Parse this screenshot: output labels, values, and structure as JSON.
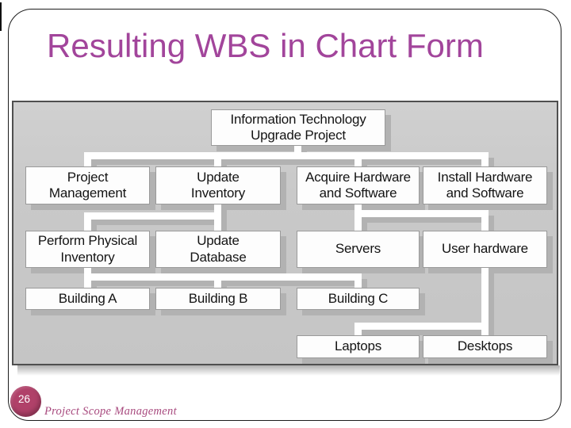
{
  "slide": {
    "title": "Resulting WBS in Chart Form",
    "page_number": "26",
    "footer": "Project Scope Management"
  },
  "colors": {
    "title": "#a2459b",
    "panel_background": "#c9c9c9",
    "panel_border": "#4f4f4f",
    "box_fill": "#fdfdfd",
    "box_border": "#9a9a9a",
    "box_text": "#141414",
    "connector": "#ffffff",
    "shadow": "#b2b2b2",
    "page_badge": "#b04169",
    "footer_text": "#a84a7e"
  },
  "chart_data": {
    "type": "wbs-org-chart",
    "title": "Resulting WBS in Chart Form",
    "root": "Information Technology Upgrade Project",
    "nodes": [
      {
        "id": "it-upgrade-project",
        "label": "Information Technology\nUpgrade Project",
        "parent": null,
        "level": 1,
        "col": "root",
        "row": 1
      },
      {
        "id": "project-management",
        "label": "Project\nManagement",
        "parent": "it-upgrade-project",
        "level": 2,
        "col": "A",
        "row": 2
      },
      {
        "id": "update-inventory",
        "label": "Update\nInventory",
        "parent": "it-upgrade-project",
        "level": 2,
        "col": "B",
        "row": 2
      },
      {
        "id": "acquire-hardware-and-software",
        "label": "Acquire Hardware\nand Software",
        "parent": "it-upgrade-project",
        "level": 2,
        "col": "C",
        "row": 2
      },
      {
        "id": "install-hardware-and-software",
        "label": "Install Hardware\nand Software",
        "parent": "it-upgrade-project",
        "level": 2,
        "col": "D",
        "row": 2
      },
      {
        "id": "perform-physical-inventory",
        "label": "Perform Physical\nInventory",
        "parent": "update-inventory",
        "level": 3,
        "col": "A",
        "row": 3
      },
      {
        "id": "update-database",
        "label": "Update\nDatabase",
        "parent": "update-inventory",
        "level": 3,
        "col": "B",
        "row": 3
      },
      {
        "id": "servers",
        "label": "Servers",
        "parent": "acquire-hardware-and-software",
        "level": 3,
        "col": "C",
        "row": 3
      },
      {
        "id": "user-hardware",
        "label": "User hardware",
        "parent": "acquire-hardware-and-software",
        "level": 3,
        "col": "D",
        "row": 3
      },
      {
        "id": "building-a",
        "label": "Building A",
        "parent": "perform-physical-inventory",
        "level": 4,
        "col": "A",
        "row": 4
      },
      {
        "id": "building-b",
        "label": "Building B",
        "parent": "perform-physical-inventory",
        "level": 4,
        "col": "B",
        "row": 4
      },
      {
        "id": "building-c",
        "label": "Building C",
        "parent": "perform-physical-inventory",
        "level": 4,
        "col": "C",
        "row": 4
      },
      {
        "id": "laptops",
        "label": "Laptops",
        "parent": "user-hardware",
        "level": 5,
        "col": "C",
        "row": 5
      },
      {
        "id": "desktops",
        "label": "Desktops",
        "parent": "user-hardware",
        "level": 5,
        "col": "D",
        "row": 5
      }
    ]
  }
}
